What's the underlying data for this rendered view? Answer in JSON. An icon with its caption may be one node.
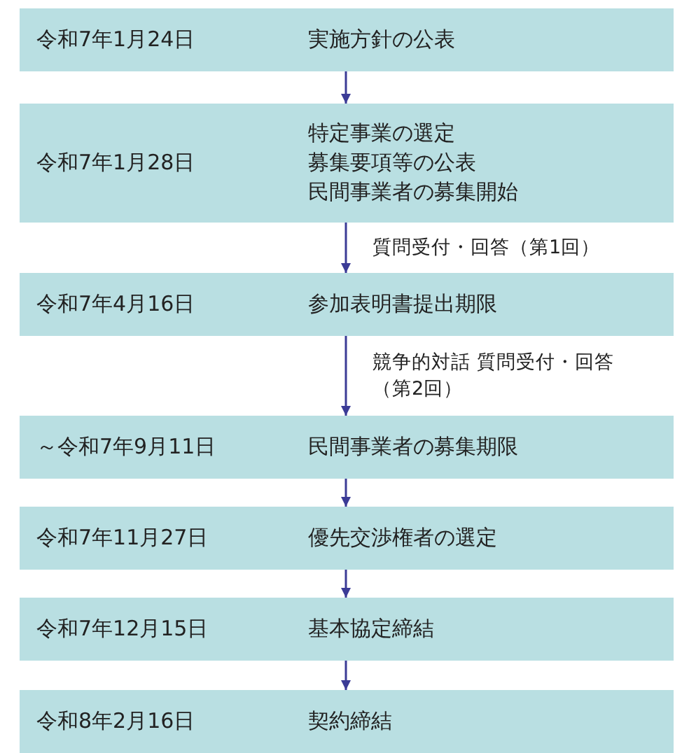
{
  "diagram": {
    "nodes": [
      {
        "text": [
          "令和7年1月24日",
          "実施方針の公表"
        ]
      },
      {
        "text": [
          "令和7年1月28日",
          "特定事業の選定",
          "募集要項等の公表",
          "民間事業者の募集開始"
        ]
      },
      {
        "text": [
          "令和7年4月16日",
          "参加表明書提出期限"
        ]
      },
      {
        "text": [
          "～令和7年9月11日",
          "民間事業者の募集期限"
        ]
      },
      {
        "text": [
          "令和7年11月27日",
          "優先交渉権者の選定"
        ]
      },
      {
        "text": [
          "令和7年12月15日",
          "基本協定締結"
        ]
      },
      {
        "text": [
          "令和8年2月16日",
          "契約締結"
        ]
      }
    ],
    "edges": [
      {
        "from": 0,
        "to": 1,
        "arrow": "to"
      },
      {
        "from": 1,
        "to": 2,
        "arrow": "to",
        "label": "質問受付・回答（第1回）"
      },
      {
        "from": 2,
        "to": 3,
        "arrow": "to",
        "label": "競争的対話 質問受付・回答（第2回）"
      },
      {
        "from": 3,
        "to": 4,
        "arrow": "to"
      },
      {
        "from": 4,
        "to": 5,
        "arrow": "to"
      },
      {
        "from": 5,
        "to": 6,
        "arrow": "to"
      }
    ]
  }
}
